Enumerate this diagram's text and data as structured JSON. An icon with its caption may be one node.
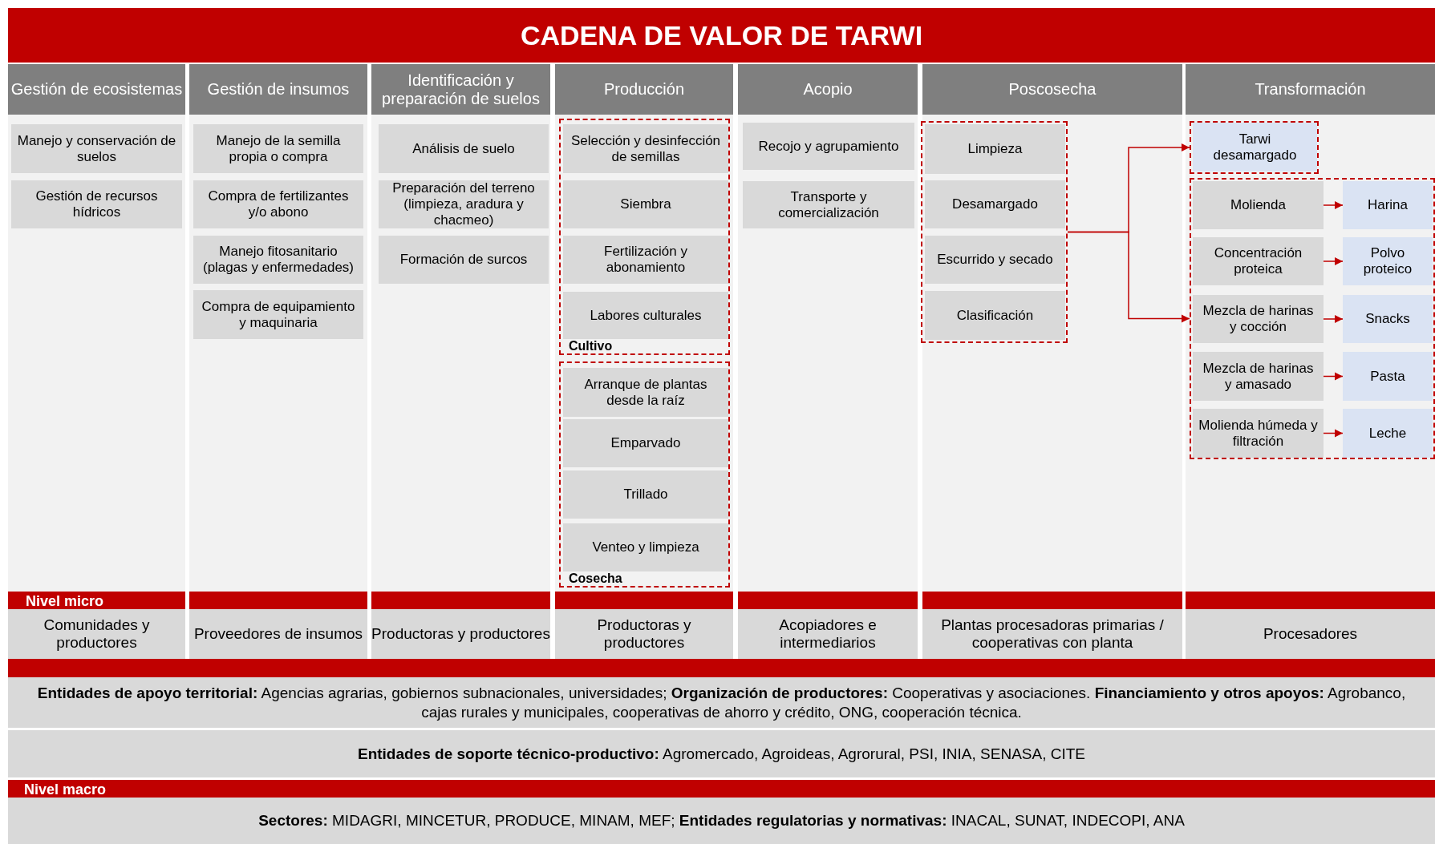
{
  "diagram": {
    "title": "CADENA DE VALOR DE TARWI",
    "nodes": [
      {
        "text": [
          "Gestión de ecosistemas"
        ]
      },
      {
        "text": [
          "Manejo y conservación de suelos"
        ],
        "in": 0
      },
      {
        "text": [
          "Gestión de recursos hídricos"
        ],
        "in": 0
      },
      {
        "text": [
          "Gestión de insumos"
        ]
      },
      {
        "text": [
          "Manejo de la semilla propia o compra"
        ],
        "in": 3
      },
      {
        "text": [
          "Compra de fertilizantes y/o abono"
        ],
        "in": 3
      },
      {
        "text": [
          "Manejo fitosanitario (plagas y enfermedades)"
        ],
        "in": 3
      },
      {
        "text": [
          "Compra de equipamiento y maquinaria"
        ],
        "in": 3
      },
      {
        "text": [
          "Identificación y preparación de suelos"
        ]
      },
      {
        "text": [
          "Análisis de suelo"
        ],
        "in": 8
      },
      {
        "text": [
          "Preparación del terreno (limpieza, aradura y chacmeo)"
        ],
        "in": 8
      },
      {
        "text": [
          "Formación de surcos"
        ],
        "in": 8
      },
      {
        "text": [
          "Producción"
        ]
      },
      {
        "text": [
          "Cultivo"
        ],
        "in": 12
      },
      {
        "text": [
          "Selección y desinfección de semillas"
        ],
        "in": 13
      },
      {
        "text": [
          "Siembra"
        ],
        "in": 13
      },
      {
        "text": [
          "Fertilización y abonamiento"
        ],
        "in": 13
      },
      {
        "text": [
          "Labores culturales"
        ],
        "in": 13
      },
      {
        "text": [
          "Cosecha"
        ],
        "in": 12
      },
      {
        "text": [
          "Arranque de plantas desde la raíz"
        ],
        "in": 18
      },
      {
        "text": [
          "Emparvado"
        ],
        "in": 18
      },
      {
        "text": [
          "Trillado"
        ],
        "in": 18
      },
      {
        "text": [
          "Venteo y limpieza"
        ],
        "in": 18
      },
      {
        "text": [
          "Acopio"
        ]
      },
      {
        "text": [
          "Recojo y agrupamiento"
        ],
        "in": 23
      },
      {
        "text": [
          "Transporte y comercialización"
        ],
        "in": 23
      },
      {
        "text": [
          "Poscosecha"
        ]
      },
      {
        "text": [],
        "shape": "box",
        "in": 26
      },
      {
        "text": [
          "Limpieza"
        ],
        "in": 27
      },
      {
        "text": [
          "Desamargado"
        ],
        "in": 27
      },
      {
        "text": [
          "Escurrido y secado"
        ],
        "in": 27
      },
      {
        "text": [
          "Clasificación"
        ],
        "in": 27
      },
      {
        "text": [
          "Transformación"
        ]
      },
      {
        "text": [],
        "shape": "box",
        "in": 32
      },
      {
        "text": [
          "Tarwi desamargado"
        ],
        "in": 33
      },
      {
        "text": [],
        "shape": "box",
        "in": 32
      },
      {
        "text": [
          "Molienda"
        ],
        "in": 35
      },
      {
        "text": [
          "Harina"
        ],
        "in": 35
      },
      {
        "text": [
          "Concentración proteica"
        ],
        "in": 35
      },
      {
        "text": [
          "Polvo proteico"
        ],
        "in": 35
      },
      {
        "text": [
          "Mezcla de harinas y cocción"
        ],
        "in": 35
      },
      {
        "text": [
          "Snacks"
        ],
        "in": 35
      },
      {
        "text": [
          "Mezcla de harinas y amasado"
        ],
        "in": 35
      },
      {
        "text": [
          "Pasta"
        ],
        "in": 35
      },
      {
        "text": [
          "Molienda húmeda y filtración"
        ],
        "in": 35
      },
      {
        "text": [
          "Leche"
        ],
        "in": 35
      },
      {
        "text": [
          "Comunidades y productores"
        ]
      },
      {
        "text": [
          "Proveedores de insumos"
        ]
      },
      {
        "text": [
          "Productoras y productores"
        ]
      },
      {
        "text": [
          "Productoras y productores"
        ]
      },
      {
        "text": [
          "Acopiadores e intermediarios"
        ]
      },
      {
        "text": [
          "Plantas procesadoras primarias / cooperativas con planta"
        ]
      },
      {
        "text": [
          "Procesadores"
        ]
      },
      {
        "text": [
          "**Entidades de apoyo territorial:** Agencias agrarias, gobiernos subnacionales, universidades; **Organización de productores:** Cooperativas y asociaciones. **Financiamiento y otros apoyos:** Agrobanco, cajas rurales y municipales, cooperativas de ahorro y crédito, ONG, cooperación técnica."
        ]
      },
      {
        "text": [
          "**Entidades de soporte técnico-productivo:** Agromercado, Agroideas, Agrorural, PSI, INIA, SENASA, CITE"
        ]
      },
      {
        "text": [
          "**Sectores:** MIDAGRI, MINCETUR, PRODUCE, MINAM, MEF; **Entidades regulatorias y normativas:** INACAL, SUNAT, INDECOPI, ANA"
        ]
      }
    ],
    "edges": [
      {
        "from": 27,
        "to": 33,
        "arrow": "to"
      },
      {
        "from": 27,
        "to": 35,
        "arrow": "to"
      },
      {
        "from": 36,
        "to": 37,
        "arrow": "to"
      },
      {
        "from": 38,
        "to": 39,
        "arrow": "to"
      },
      {
        "from": 40,
        "to": 41,
        "arrow": "to"
      },
      {
        "from": 42,
        "to": 43,
        "arrow": "to"
      },
      {
        "from": 44,
        "to": 45,
        "arrow": "to"
      }
    ],
    "labels": [
      "Nivel micro",
      "Nivel macro"
    ]
  }
}
